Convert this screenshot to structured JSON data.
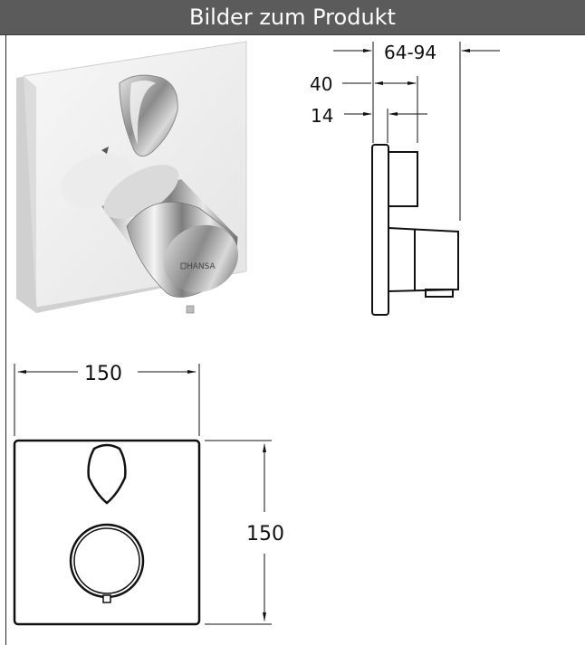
{
  "header": {
    "title": "Bilder zum Produkt"
  },
  "product_photo": {
    "brand": "HANSA"
  },
  "side_view": {
    "dim_depth": "64-94",
    "dim_handle": "40",
    "dim_plate": "14"
  },
  "front_view": {
    "dim_width": "150",
    "dim_height": "150"
  },
  "colors": {
    "header_bg": "#5b5b5b",
    "header_text": "#ffffff",
    "line": "#111111"
  }
}
